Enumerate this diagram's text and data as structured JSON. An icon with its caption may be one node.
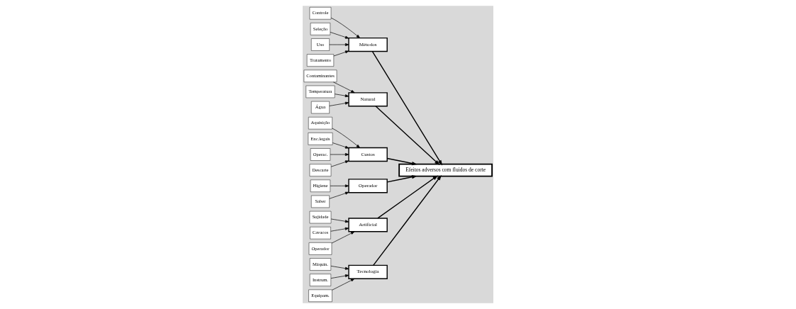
{
  "diagram": {
    "nodes": [
      {
        "text": [
          "Tecnologia"
        ]
      },
      {
        "text": [
          "Métodos"
        ]
      },
      {
        "text": [
          "Natural"
        ]
      },
      {
        "text": [
          "Máquin."
        ]
      },
      {
        "text": [
          "Controle"
        ]
      },
      {
        "text": [
          "Seleção"
        ]
      },
      {
        "text": [
          "Contaminantes"
        ]
      },
      {
        "text": [
          "Instrum."
        ]
      },
      {
        "text": [
          "Uso"
        ]
      },
      {
        "text": [
          "Tratamento"
        ]
      },
      {
        "text": [
          "Temperatura"
        ]
      },
      {
        "text": [
          "Equipam."
        ]
      },
      {
        "text": [
          "Água"
        ]
      },
      {
        "text": [
          "Efeitos adversos com fluidos de corte"
        ]
      },
      {
        "text": [
          "Aquisição"
        ]
      },
      {
        "text": [
          "Sujidade"
        ]
      },
      {
        "text": [
          "Cavacos"
        ]
      },
      {
        "text": [
          "Enc.legais"
        ]
      },
      {
        "text": [
          "Higiene"
        ]
      },
      {
        "text": [
          "Operac."
        ]
      },
      {
        "text": [
          "Operador"
        ]
      },
      {
        "text": [
          "Descarte"
        ]
      },
      {
        "text": [
          "Saber"
        ]
      },
      {
        "text": [
          "Custos"
        ]
      },
      {
        "text": [
          "Operador"
        ]
      },
      {
        "text": [
          "Artificial"
        ]
      }
    ],
    "edges": [
      {
        "from": 3,
        "to": 0,
        "arrow": "to"
      },
      {
        "from": 7,
        "to": 0,
        "arrow": "to"
      },
      {
        "from": 11,
        "to": 0,
        "arrow": "to"
      },
      {
        "from": 4,
        "to": 1,
        "arrow": "to"
      },
      {
        "from": 5,
        "to": 1,
        "arrow": "to"
      },
      {
        "from": 8,
        "to": 1,
        "arrow": "to"
      },
      {
        "from": 9,
        "to": 1,
        "arrow": "to"
      },
      {
        "from": 6,
        "to": 2,
        "arrow": "to"
      },
      {
        "from": 10,
        "to": 2,
        "arrow": "to"
      },
      {
        "from": 12,
        "to": 2,
        "arrow": "to"
      },
      {
        "from": 14,
        "to": 23,
        "arrow": "to"
      },
      {
        "from": 17,
        "to": 23,
        "arrow": "to"
      },
      {
        "from": 19,
        "to": 23,
        "arrow": "to"
      },
      {
        "from": 21,
        "to": 23,
        "arrow": "to"
      },
      {
        "from": 18,
        "to": 24,
        "arrow": "to"
      },
      {
        "from": 22,
        "to": 24,
        "arrow": "to"
      },
      {
        "from": 15,
        "to": 25,
        "arrow": "to"
      },
      {
        "from": 16,
        "to": 25,
        "arrow": "to"
      },
      {
        "from": 20,
        "to": 25,
        "arrow": "to"
      },
      {
        "from": 0,
        "to": 13,
        "arrow": "to"
      },
      {
        "from": 1,
        "to": 13,
        "arrow": "to"
      },
      {
        "from": 2,
        "to": 13,
        "arrow": "to"
      },
      {
        "from": 23,
        "to": 13,
        "arrow": "to"
      },
      {
        "from": 24,
        "to": 13,
        "arrow": "to"
      },
      {
        "from": 25,
        "to": 13,
        "arrow": "to"
      }
    ]
  }
}
